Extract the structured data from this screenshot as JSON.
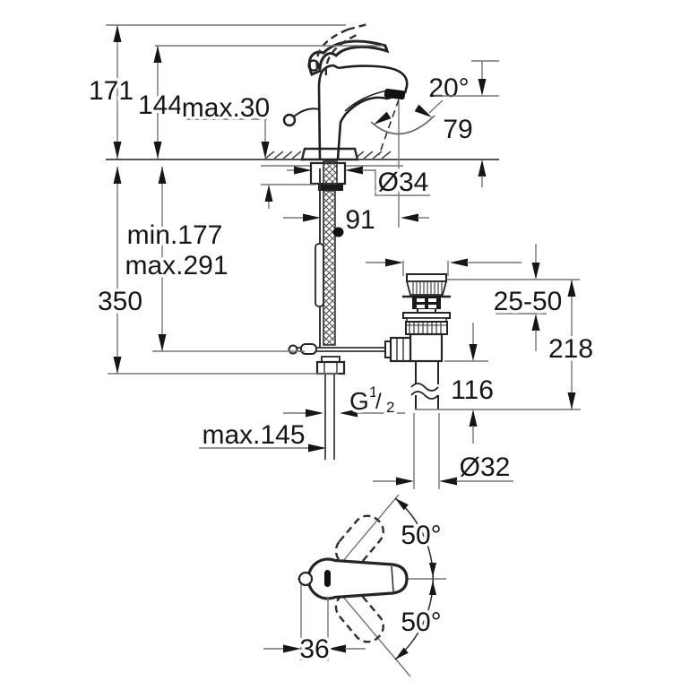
{
  "drawing": {
    "type": "faucet-installation-dimension-diagram",
    "colors": {
      "background": "#ffffff",
      "line": "#757575",
      "ink": "#161616"
    },
    "labels": {
      "overall_height": "171",
      "lever_height": "144",
      "deck_thickness": "max.30",
      "spray_angle": "20°",
      "spout_height": "79",
      "hole_diameter": "Ø34",
      "spout_reach": "91",
      "rod_min": "min.177",
      "rod_max": "max.291",
      "supply_length": "350",
      "waste_adjust_range": "25-50",
      "waste_drop": "218",
      "tailpipe_length": "116",
      "thread_g": "G",
      "thread_numerator": "1",
      "thread_slash": "/",
      "thread_denominator": "2",
      "hose_reach": "max.145",
      "waste_pipe_diameter": "Ø32",
      "handle_swing_upper": "50°",
      "handle_swing_lower": "50°",
      "handle_offset": "36"
    }
  }
}
